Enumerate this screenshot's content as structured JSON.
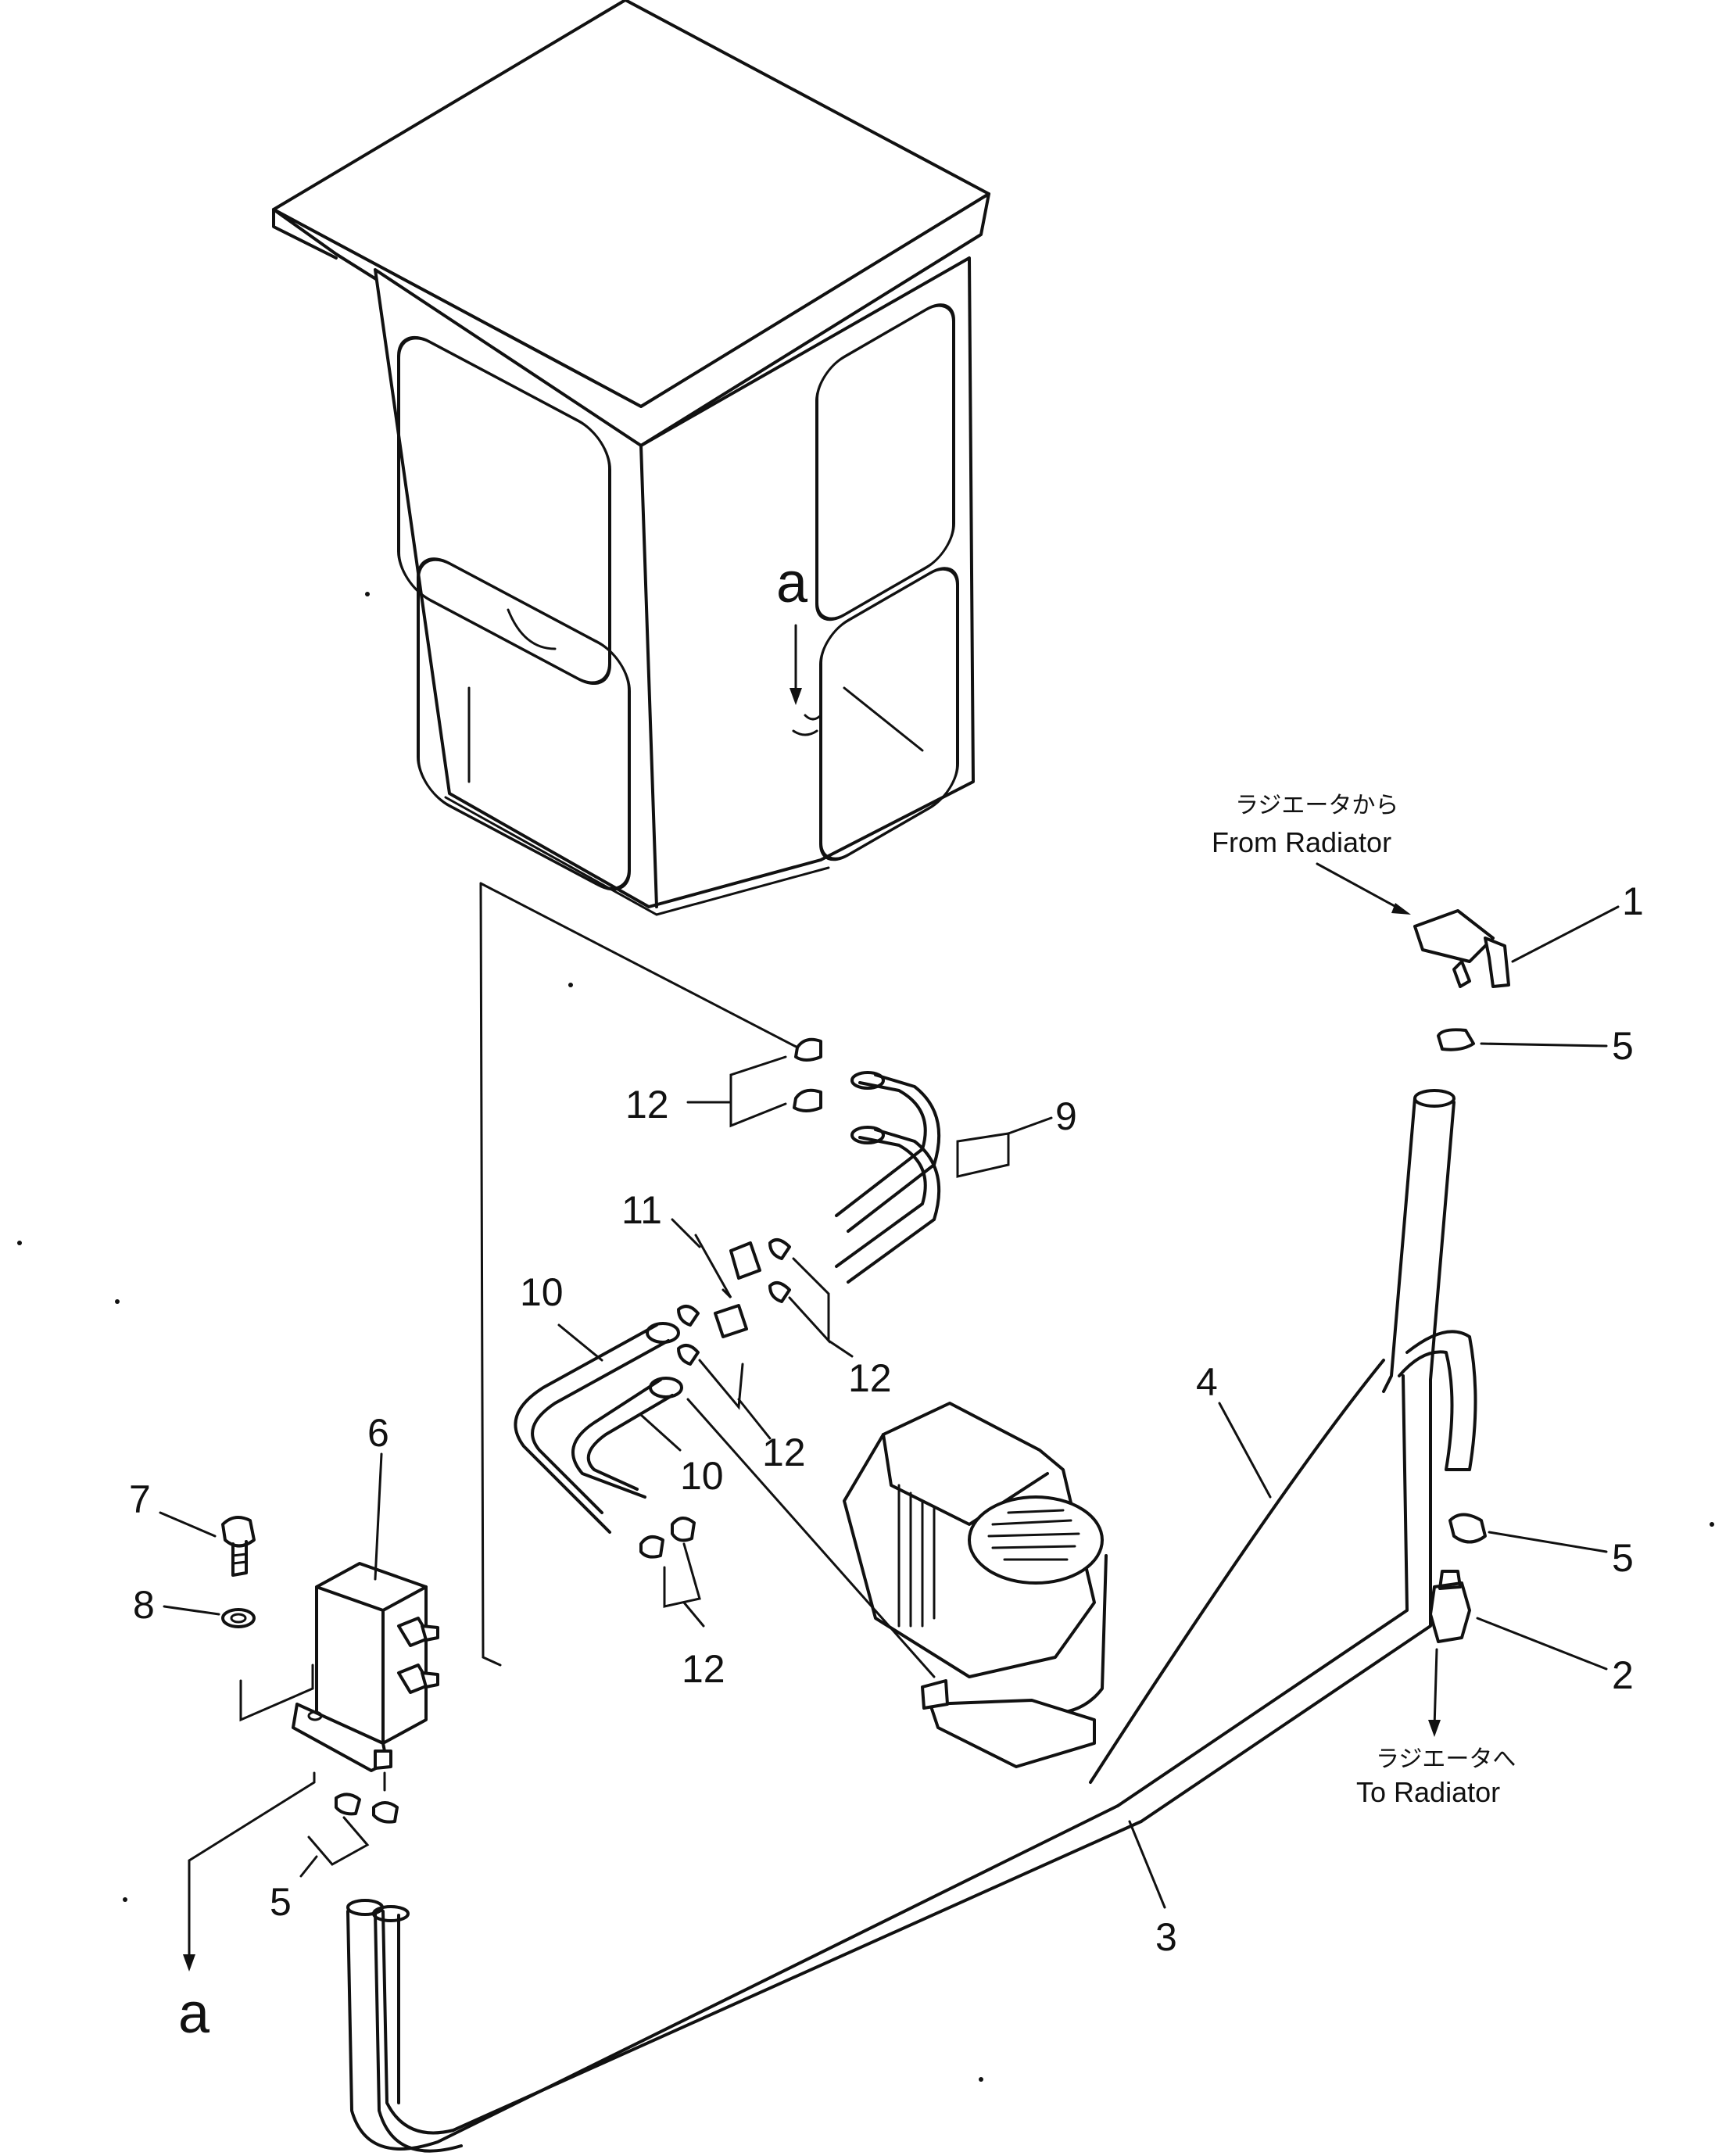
{
  "callouts": {
    "c1": "1",
    "c2": "2",
    "c3": "3",
    "c4": "4",
    "c5a": "5",
    "c5b": "5",
    "c5c": "5",
    "c6": "6",
    "c7": "7",
    "c8": "8",
    "c9": "9",
    "c10a": "10",
    "c10b": "10",
    "c11": "11",
    "c12a": "12",
    "c12b": "12",
    "c12c": "12",
    "c12d": "12"
  },
  "refs": {
    "top": "a",
    "bottom": "a"
  },
  "notes": {
    "from_radiator_jp": "ラジエータから",
    "from_radiator_en": "From Radiator",
    "to_radiator_jp": "ラジエータへ",
    "to_radiator_en": "To Radiator"
  },
  "icons": {
    "cab": "cab-outline-icon",
    "heater": "heater-unit-icon",
    "valve": "valve-block-icon",
    "cock": "drain-cock-icon"
  }
}
